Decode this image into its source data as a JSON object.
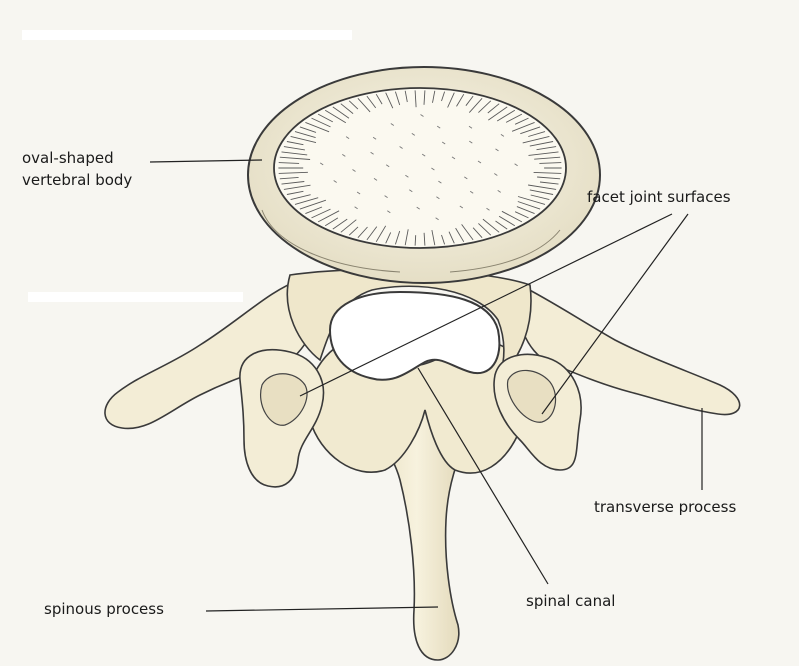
{
  "labels": {
    "vertebral_body_line1": "oval-shaped",
    "vertebral_body_line2": "vertebral body",
    "facet_joint": "facet joint surfaces",
    "transverse_process": "transverse process",
    "spinal_canal": "spinal canal",
    "spinous_process": "spinous process"
  },
  "colors": {
    "background": "#f7f6f1",
    "bone": "#f5f0da",
    "bone_shade": "#d9cfb0",
    "outline": "#3a3a3a",
    "trabecular": "#5a5a5a",
    "leader_line": "#222222"
  }
}
